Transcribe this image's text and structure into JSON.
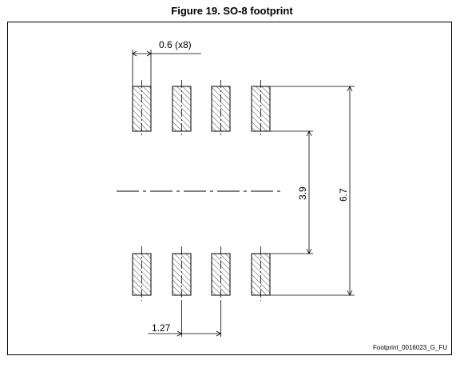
{
  "figure": {
    "title": "Figure 19. SO-8 footprint",
    "caption_code": "Footprint_0016023_G_FU"
  },
  "dimensions": {
    "pad_width": "0.6 (x8)",
    "pitch": "1.27",
    "inner_span": "3.9",
    "outer_span": "6.7"
  },
  "pads": {
    "count_per_row": 4,
    "rows": 2
  }
}
